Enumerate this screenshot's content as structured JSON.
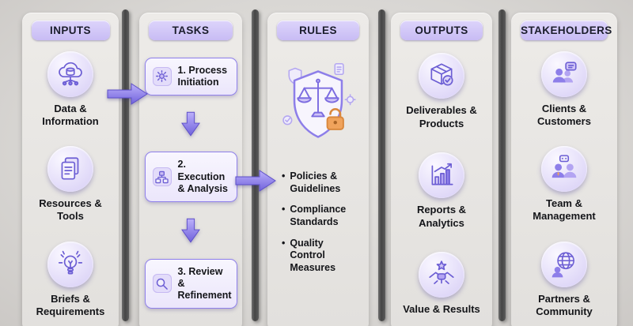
{
  "columns": [
    {
      "id": "inputs",
      "header": "INPUTS",
      "items": [
        {
          "icon": "cloud-data-icon",
          "label": "Data & Information"
        },
        {
          "icon": "documents-icon",
          "label": "Resources & Tools"
        },
        {
          "icon": "lightbulb-icon",
          "label": "Briefs & Requirements"
        }
      ]
    },
    {
      "id": "tasks",
      "header": "TASKS",
      "steps": [
        {
          "icon": "gear-icon",
          "label": "1. Process Initiation"
        },
        {
          "icon": "flowchart-icon",
          "label": "2. Execution & Analysis"
        },
        {
          "icon": "magnifier-icon",
          "label": "3. Review & Refinement"
        }
      ]
    },
    {
      "id": "rules",
      "header": "RULES",
      "icon": "shield-scales-icon",
      "bullets": [
        "Policies & Guidelines",
        "Compliance Standards",
        "Quality Control Measures"
      ]
    },
    {
      "id": "outputs",
      "header": "OUTPUTS",
      "items": [
        {
          "icon": "package-check-icon",
          "label": "Deliverables & Products"
        },
        {
          "icon": "bar-chart-icon",
          "label": "Reports & Analytics"
        },
        {
          "icon": "handshake-star-icon",
          "label": "Value & Results"
        }
      ]
    },
    {
      "id": "stakeholders",
      "header": "STAKEHOLDERS",
      "items": [
        {
          "icon": "clients-chat-icon",
          "label": "Clients & Customers"
        },
        {
          "icon": "team-icon",
          "label": "Team & Management"
        },
        {
          "icon": "globe-person-icon",
          "label": "Partners & Community"
        }
      ]
    }
  ],
  "colors": {
    "accent": "#7b6ce0",
    "header_bg": "#cfc4f7",
    "panel_bg": "#e9e7e4",
    "divider": "#4a4a4a",
    "lock_orange": "#f0a35c",
    "text": "#141519"
  }
}
